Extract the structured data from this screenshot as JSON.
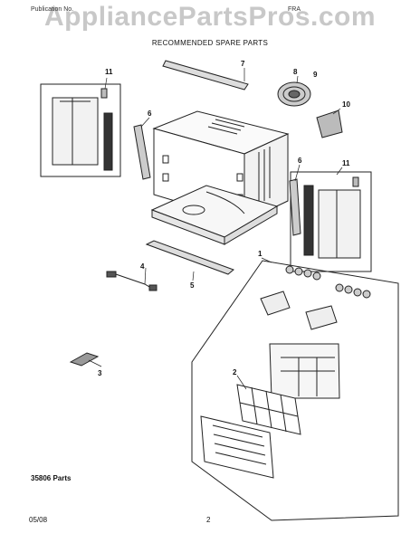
{
  "header": {
    "watermark": "AppliancePartsPros.com",
    "left_text": "Publication No.",
    "right_text": "FRA",
    "subtitle": "RECOMMENDED SPARE PARTS"
  },
  "callouts": {
    "c1": "1",
    "c2": "2",
    "c3": "3",
    "c4": "4",
    "c5": "5",
    "c6a": "6",
    "c6b": "6",
    "c7": "7",
    "c8": "8",
    "c9": "9",
    "c10": "10",
    "c11a": "11",
    "c11b": "11"
  },
  "footer": {
    "parts_label": "35806 Parts",
    "date": "05/08",
    "page": "2"
  }
}
